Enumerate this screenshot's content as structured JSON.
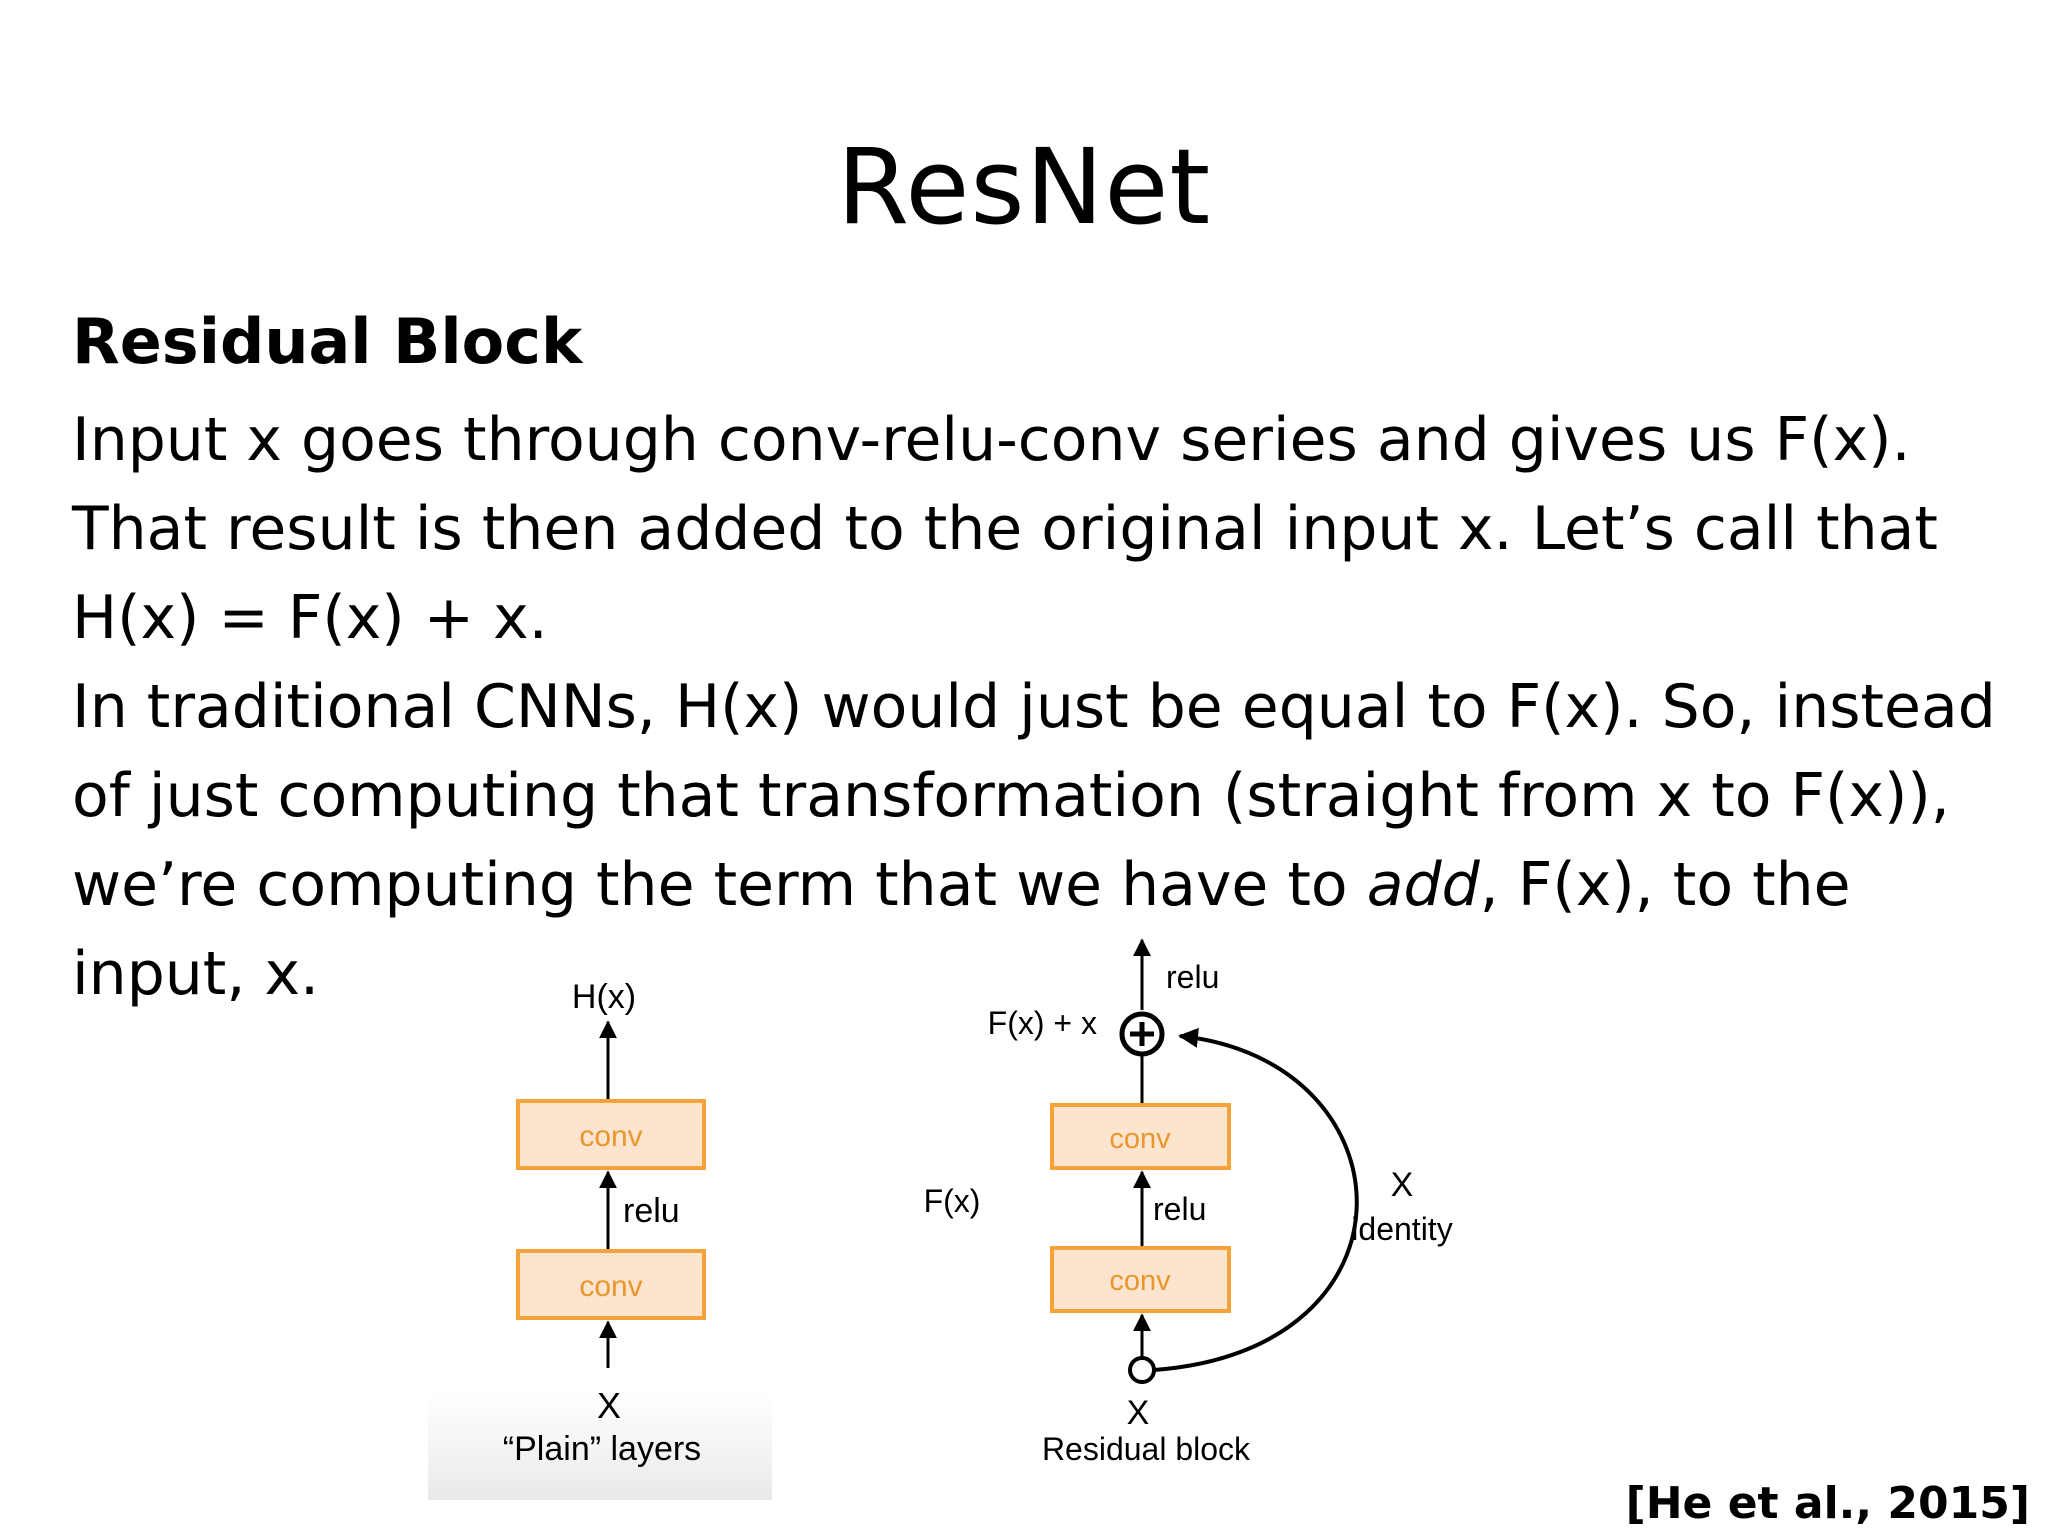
{
  "slide": {
    "title": "ResNet",
    "subtitle": "Residual Block",
    "paragraphs": [
      "Input x goes through conv-relu-conv series and gives us F(x).",
      "That result is then added to the original input x. Let’s call that",
      "H(x) = F(x) + x.",
      "In traditional CNNs, H(x) would just be equal to F(x). So, instead",
      "of just computing that transformation (straight from x to F(x)),"
    ],
    "last_line": {
      "before": "we’re computing the term that we have to ",
      "emphasis": "add",
      "after": ", F(x), to the"
    },
    "final_line": "input, x.",
    "citation": "[He et al., 2015]"
  },
  "diagram": {
    "colors": {
      "box_fill": "#fce4cf",
      "box_stroke": "#f5a338",
      "box_text": "#e9962f",
      "line": "#000000"
    },
    "plain": {
      "output_label": "H(x)",
      "top_box": "conv",
      "relu_label": "relu",
      "bottom_box": "conv",
      "input_label": "X",
      "caption": "“Plain” layers"
    },
    "residual": {
      "top_relu_label": "relu",
      "sum_label": "F(x) + x",
      "top_box": "conv",
      "fx_label": "F(x)",
      "relu_label": "relu",
      "bottom_box": "conv",
      "identity_x_label": "X",
      "identity_label": "identity",
      "input_label": "X",
      "caption": "Residual block"
    }
  }
}
